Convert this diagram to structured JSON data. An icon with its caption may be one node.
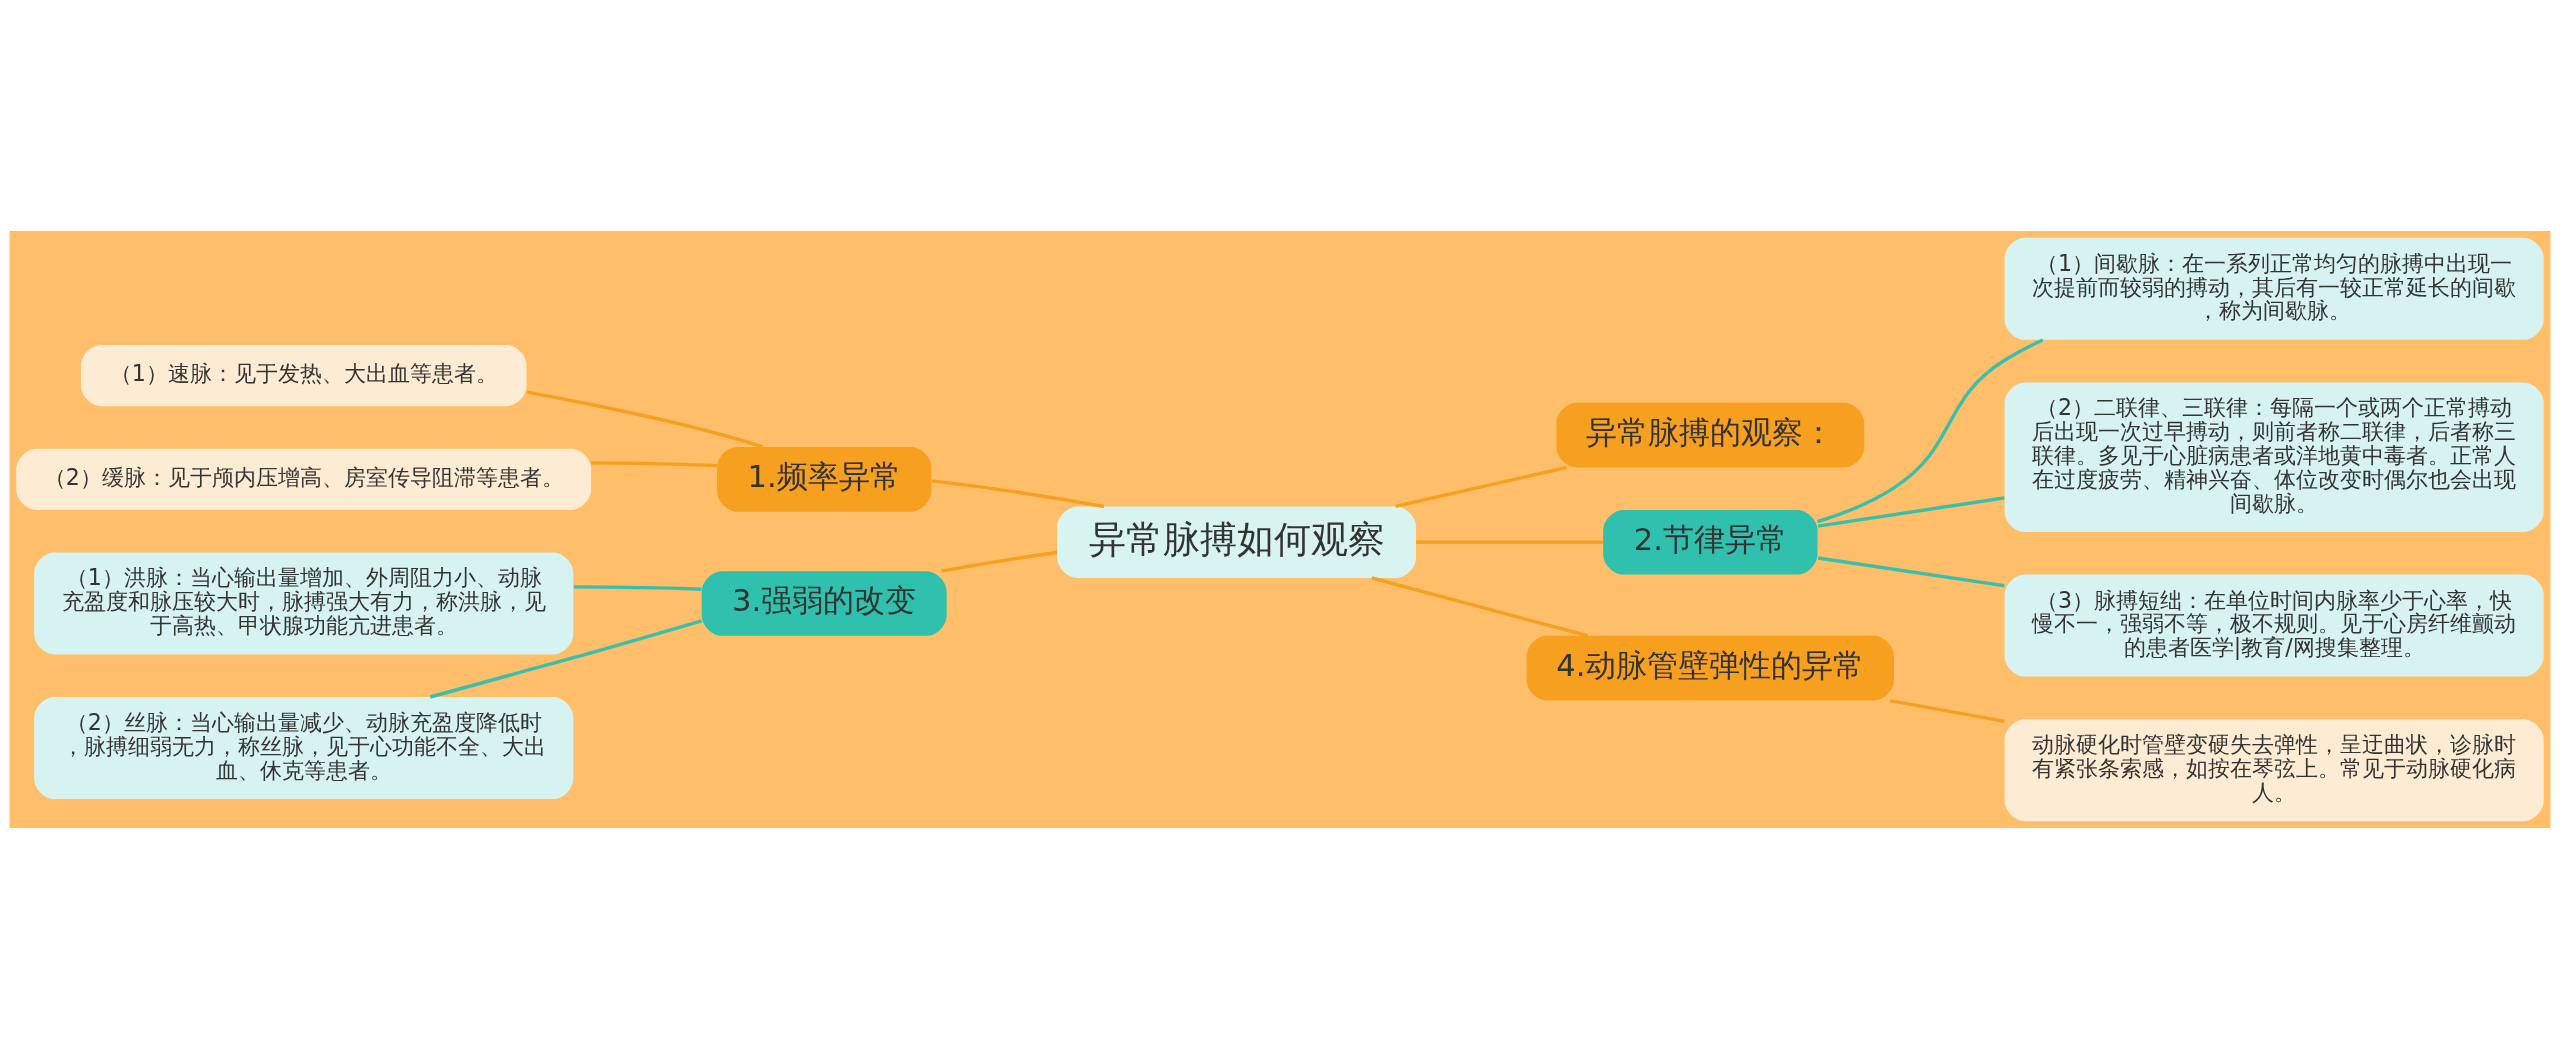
{
  "diagram": {
    "nodes": [
      {
        "text": [
          "异常脉搏如何观察"
        ]
      },
      {
        "text": [
          "1.频率异常"
        ]
      },
      {
        "text": [
          "（1）速脉：见于发热、大出血等患者。"
        ]
      },
      {
        "text": [
          "（2）缓脉：见于颅内压增高、房室传导阻滞等患者。"
        ]
      },
      {
        "text": [
          "3.强弱的改变"
        ]
      },
      {
        "text": [
          "（1）洪脉：当心输出量增加、外周阻力小、动脉充盈度和脉压较大时，脉搏强大有力，称洪脉，见于高热、甲状腺功能亢进患者。"
        ]
      },
      {
        "text": [
          "（2）丝脉：当心输出量减少、动脉充盈度降低时，脉搏细弱无力，称丝脉，见于心功能不全、大出血、休克等患者。"
        ]
      },
      {
        "text": [
          "异常脉搏的观察："
        ]
      },
      {
        "text": [
          "2.节律异常"
        ]
      },
      {
        "text": [
          "（1）间歇脉：在一系列正常均匀的脉搏中出现一次提前而较弱的搏动，其后有一较正常延长的间歇，称为间歇脉。"
        ]
      },
      {
        "text": [
          "（2）二联律、三联律：每隔一个或两个正常搏动后出现一次过早搏动，则前者称二联律，后者称三联律。多见于心脏病患者或洋地黄中毒者。正常人在过度疲劳、精神兴奋、体位改变时偶尔也会出现间歇脉。"
        ]
      },
      {
        "text": [
          "（3）脉搏短绌：在单位时间内脉率少于心率，快慢不一，强弱不等，极不规则。见于心房纤维颤动的患者医学|教育/网搜集整理。"
        ]
      },
      {
        "text": [
          "4.动脉管壁弹性的异常"
        ]
      },
      {
        "text": [
          "动脉硬化时管壁变硬失去弹性，呈迂曲状，诊脉时有紧张条索感，如按在琴弦上。常见于动脉硬化病人。"
        ]
      }
    ],
    "edges": [
      {
        "from": 0,
        "to": 1,
        "arrow": "none"
      },
      {
        "from": 1,
        "to": 2,
        "arrow": "none"
      },
      {
        "from": 1,
        "to": 3,
        "arrow": "none"
      },
      {
        "from": 0,
        "to": 4,
        "arrow": "none"
      },
      {
        "from": 4,
        "to": 5,
        "arrow": "none",
        "color": "#3bbfad"
      },
      {
        "from": 4,
        "to": 6,
        "arrow": "none",
        "color": "#3bbfad"
      },
      {
        "from": 0,
        "to": 7,
        "arrow": "none"
      },
      {
        "from": 0,
        "to": 8,
        "arrow": "none"
      },
      {
        "from": 8,
        "to": 9,
        "arrow": "none",
        "color": "#3bbfad"
      },
      {
        "from": 8,
        "to": 10,
        "arrow": "none",
        "color": "#3bbfad"
      },
      {
        "from": 8,
        "to": 11,
        "arrow": "none",
        "color": "#3bbfad"
      },
      {
        "from": 0,
        "to": 12,
        "arrow": "none"
      },
      {
        "from": 12,
        "to": 13,
        "arrow": "none"
      }
    ]
  }
}
